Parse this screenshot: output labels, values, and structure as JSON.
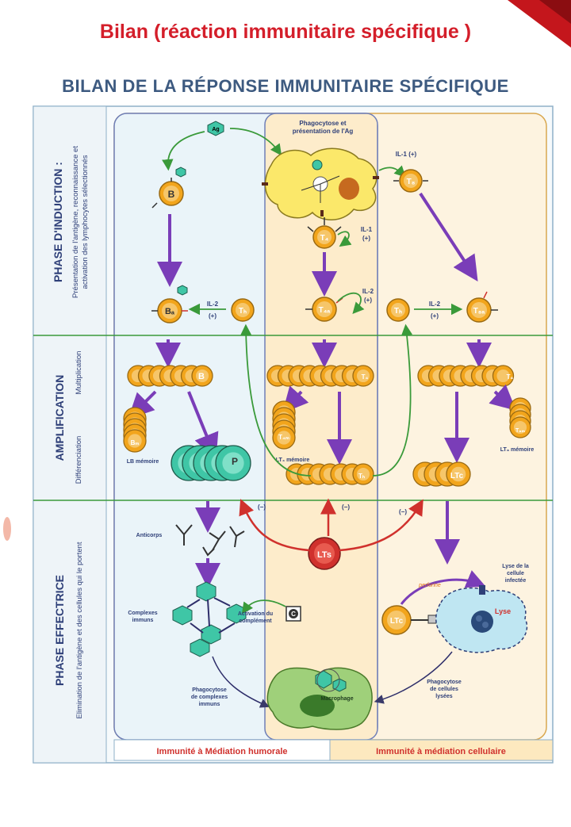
{
  "page_title": "Bilan (réaction immunitaire spécifique )",
  "diagram_title": "BILAN DE LA RÉPONSE IMMUNITAIRE SPÉCIFIQUE",
  "phases": {
    "induction": {
      "title": "PHASE D'INDUCTION :",
      "line1": "Présentation de l'antigène, reconnaissance et",
      "line2": "activation des lymphocytes sélectionnés"
    },
    "amplification": {
      "title": "AMPLIFICATION",
      "sub1": "Différenciation",
      "sub2": "Multiplication"
    },
    "effectrice": {
      "title": "PHASE EFFECTRICE",
      "sub": "Elimination de l'antigène et des cellules qui le portent"
    }
  },
  "labels": {
    "phagocytose": "Phagocytose et",
    "presentation": "présentation de l'Ag",
    "il1": "IL-1 (+)",
    "il1b": "IL-1",
    "plus": "(+)",
    "il2": "IL-2",
    "lb_memoire": "LB mémoire",
    "lt4_memoire": "LT₄ mémoire",
    "lt8_memoire": "LT₈ mémoire",
    "anticorps": "Anticorps",
    "complexes1": "Complexes",
    "complexes2": "immuns",
    "activation1": "Activation du",
    "activation2": "complément",
    "phago_cx1": "Phagocytose",
    "phago_cx2": "de complexes",
    "phago_cx3": "immuns",
    "macrophage": "Macrophage",
    "perforine": "perforine",
    "lyse_top1": "Lyse de la",
    "lyse_top2": "cellule",
    "lyse_top3": "infectée",
    "lyse": "Lyse",
    "phago_cell1": "Phagocytose",
    "phago_cell2": "de cellules",
    "phago_cell3": "lysées",
    "minus": "(−)"
  },
  "cells": {
    "ag": "Ag",
    "b": "B",
    "ba": "Bₐ",
    "bm": "Bₘ",
    "th": "Tₕ",
    "t4": "T₄",
    "t4a": "T₄ₐ",
    "t4m": "T₄ₘ",
    "t8": "T₈",
    "t8a": "T₈ₐ",
    "t8m": "T₈ₘ",
    "p": "P",
    "ltc": "LTc",
    "lts": "LTs",
    "c": "C"
  },
  "footer": {
    "humorale": "Immunité à Médiation humorale",
    "cellulaire": "Immunité à médiation cellulaire"
  },
  "colors": {
    "title_red": "#d41e2a",
    "header_blue": "#3d5a80",
    "cell_orange": "#f2a51c",
    "arrow_purple": "#7a3db8",
    "arrow_red": "#d0312d",
    "arrow_green": "#3a9a3a",
    "panel_yellow": "#fdf1d8",
    "panel_blue": "#eef5fa",
    "teal": "#3fc6a6"
  }
}
